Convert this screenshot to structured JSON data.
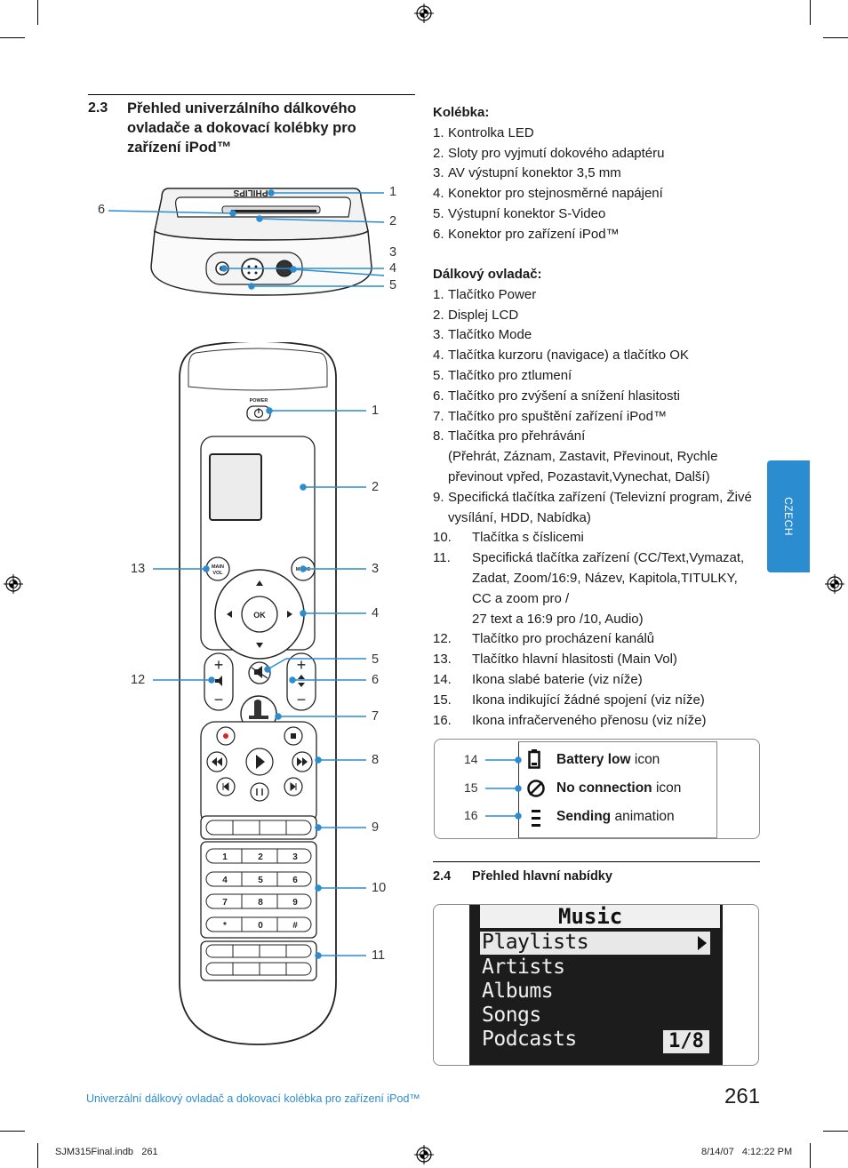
{
  "section": {
    "number": "2.3",
    "title": "Přehled univerzálního dálkového ovladače a dokovací kolébky pro zařízení iPod™"
  },
  "cradle": {
    "brand": "PHILIPS",
    "callouts": [
      "1",
      "2",
      "3",
      "4",
      "5",
      "6"
    ]
  },
  "remote": {
    "power_label": "POWER",
    "main_vol_label": "MAIN\nVOL",
    "mode_label": "MODE",
    "ok_label": "OK",
    "keypad": [
      "1",
      "2",
      "3",
      "4",
      "5",
      "6",
      "7",
      "8",
      "9",
      "*",
      "0",
      "#"
    ],
    "callouts": [
      "1",
      "2",
      "3",
      "4",
      "5",
      "6",
      "7",
      "8",
      "9",
      "10",
      "11",
      "12",
      "13"
    ]
  },
  "cradle_list": {
    "heading": "Kolébka:",
    "items": [
      {
        "n": "1.",
        "text": "Kontrolka LED"
      },
      {
        "n": "2.",
        "text": "Sloty pro vyjmutí dokového adaptéru"
      },
      {
        "n": "3.",
        "text": "AV výstupní konektor 3,5 mm"
      },
      {
        "n": "4.",
        "text": "Konektor pro stejnosměrné napájení"
      },
      {
        "n": "5.",
        "text": "Výstupní konektor S-Video"
      },
      {
        "n": "6.",
        "text": "Konektor pro zařízení iPod™"
      }
    ]
  },
  "remote_list": {
    "heading": "Dálkový ovladač:",
    "items": [
      {
        "n": "1.",
        "text": "Tlačítko Power"
      },
      {
        "n": "2.",
        "text": "Displej LCD"
      },
      {
        "n": "3.",
        "text": "Tlačítko Mode"
      },
      {
        "n": "4.",
        "text": "Tlačítka kurzoru (navigace) a tlačítko OK"
      },
      {
        "n": "5.",
        "text": "Tlačítko pro ztlumení"
      },
      {
        "n": "6.",
        "text": "Tlačítko pro zvýšení a snížení hlasitosti"
      },
      {
        "n": "7.",
        "text": "Tlačítko pro spuštění zařízení iPod™"
      },
      {
        "n": "8.",
        "text": "Tlačítka pro přehrávání"
      },
      {
        "n": "",
        "text": "(Přehrát, Záznam, Zastavit, Převinout, Rychle"
      },
      {
        "n": "",
        "text": "převinout vpřed, Pozastavit,Vynechat, Další)"
      },
      {
        "n": "9.",
        "text": "Specifická tlačítka zařízení (Televizní program, Živé"
      },
      {
        "n": "",
        "text": "vysílání, HDD, Nabídka)"
      }
    ],
    "items_wide": [
      {
        "n": "10.",
        "text": "Tlačítka s číslicemi"
      },
      {
        "n": "11.",
        "text": "Specifická tlačítka zařízení (CC/Text,Vymazat,"
      },
      {
        "n": "",
        "text": "Zadat, Zoom/16:9, Název, Kapitola,TITULKY,"
      },
      {
        "n": "",
        "text": "CC a zoom pro /"
      },
      {
        "n": "",
        "text": "27 text a 16:9 pro /10, Audio)"
      },
      {
        "n": "12.",
        "text": "Tlačítko pro procházení kanálů"
      },
      {
        "n": "13.",
        "text": "Tlačítko hlavní hlasitosti (Main Vol)"
      },
      {
        "n": "14.",
        "text": "Ikona slabé baterie (viz níže)"
      },
      {
        "n": "15.",
        "text": "Ikona indikující žádné spojení (viz níže)"
      },
      {
        "n": "16.",
        "text": "Ikona infračerveného přenosu (viz níže)"
      }
    ]
  },
  "side_tab": "CZECH",
  "icons": [
    {
      "n": "14",
      "bold": "Battery low",
      "rest": " icon",
      "icon": "battery-low-icon"
    },
    {
      "n": "15",
      "bold": "No connection",
      "rest": " icon",
      "icon": "no-connection-icon"
    },
    {
      "n": "16",
      "bold": "Sending",
      "rest": " animation",
      "icon": "sending-icon"
    }
  ],
  "subsection": {
    "number": "2.4",
    "title": "Přehled hlavní nabídky"
  },
  "menu": {
    "title": "Music",
    "items": [
      "Playlists",
      "Artists",
      "Albums",
      "Songs",
      "Podcasts"
    ],
    "page": "1/8"
  },
  "footer": {
    "title": "Univerzální dálkový ovladač a dokovací kolébka pro zařízení iPod™",
    "page": "261",
    "slug_left": "SJM315Final.indb   261",
    "slug_right": "8/14/07   4:12:22 PM"
  },
  "colors": {
    "accent": "#2b8ccf"
  }
}
